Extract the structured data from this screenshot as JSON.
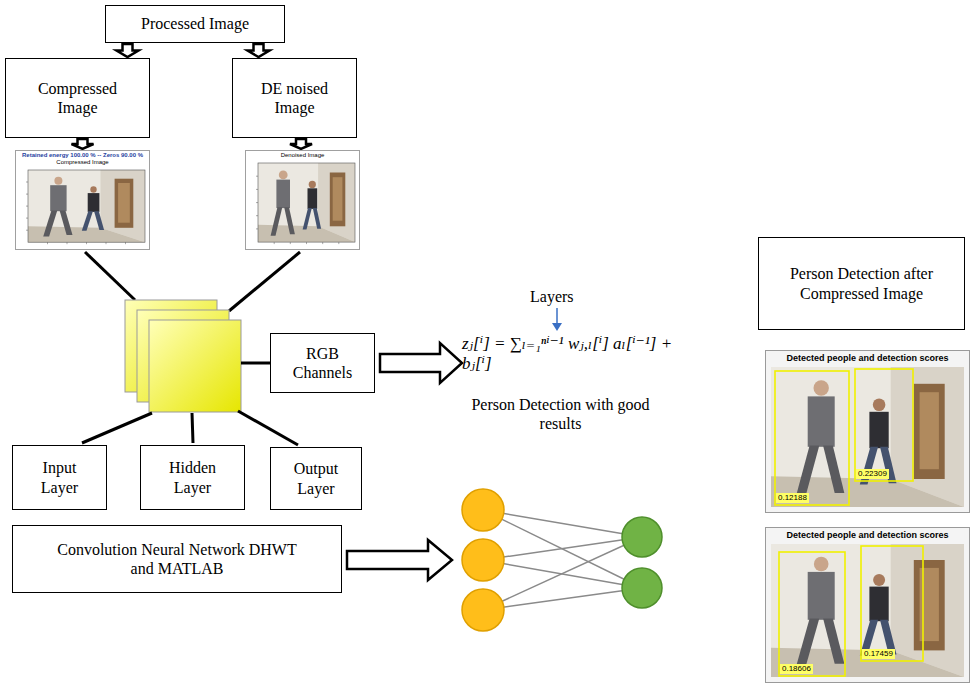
{
  "diagram": {
    "nodes": [
      {
        "text": [
          "Processed Image"
        ]
      },
      {
        "text": [
          "Compressed Image"
        ]
      },
      {
        "text": [
          "DE noised Image"
        ]
      },
      {
        "text": [
          "Retained energy 100.00 % -- Zeros 90.00 %",
          "Compressed Image"
        ]
      },
      {
        "text": [
          "Denoised Image"
        ]
      },
      {
        "text": [
          "RGB Channels"
        ]
      },
      {
        "text": [
          "Input Layer"
        ]
      },
      {
        "text": [
          "Hidden Layer"
        ]
      },
      {
        "text": [
          "Output Layer"
        ]
      },
      {
        "text": [
          "Convolution Neural Network DHWT and MATLAB"
        ]
      },
      {
        "text": [
          "Person Detection after Compressed Image"
        ]
      },
      {
        "text": [
          "Detected people and detection scores",
          "0.12188",
          "0.22309"
        ]
      },
      {
        "text": [
          "Detected people and detection scores",
          "0.18606",
          "0.17459"
        ]
      }
    ],
    "edges": [
      {
        "from": 0,
        "to": 1,
        "arrow": "to"
      },
      {
        "from": 0,
        "to": 2,
        "arrow": "to"
      },
      {
        "from": 1,
        "to": 3,
        "arrow": "to"
      },
      {
        "from": 2,
        "to": 4,
        "arrow": "to"
      }
    ],
    "labels": [
      "Layers",
      "zⱼ[ⁱ] = ∑ₗ₌₁ⁿⁱ⁻¹ wⱼ,ₗ[ⁱ] aₗ[ⁱ⁻¹] + bⱼ[ⁱ]",
      "Person Detection with good results"
    ]
  }
}
